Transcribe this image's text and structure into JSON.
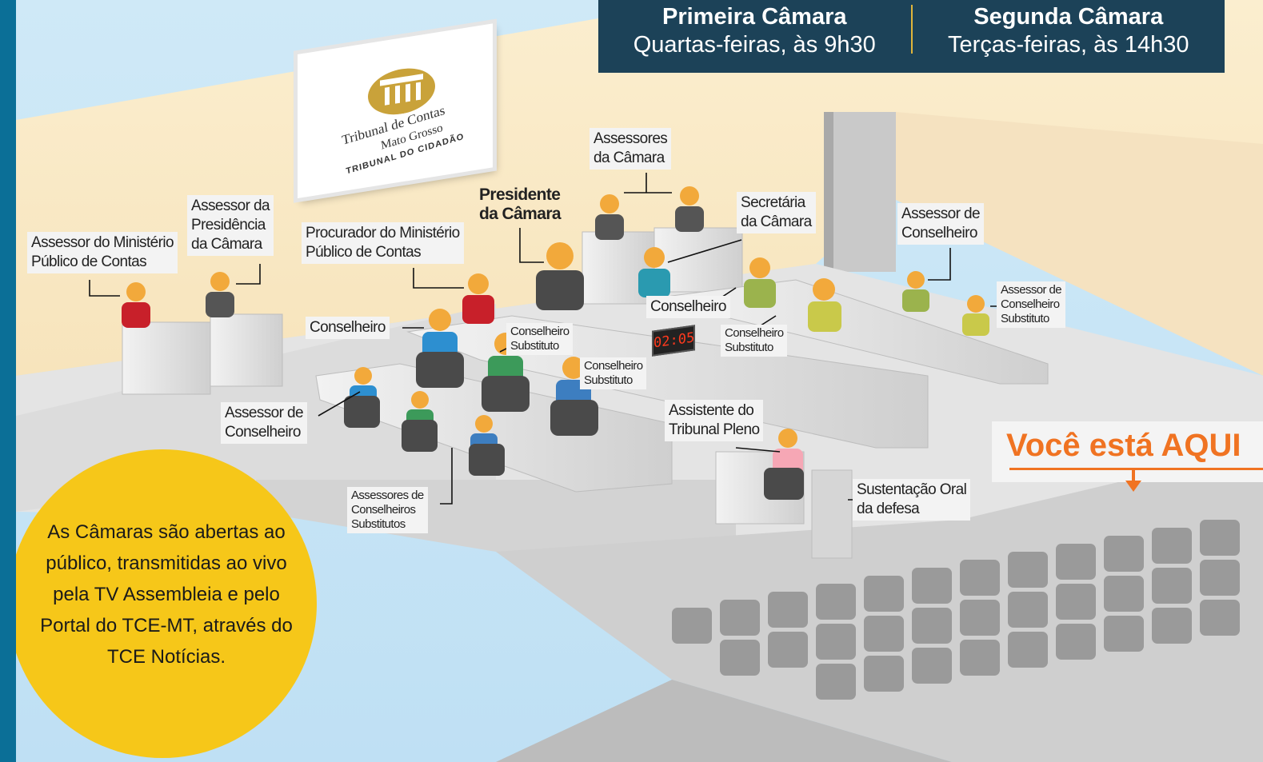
{
  "schedule": {
    "first": {
      "title": "Primeira Câmara",
      "when": "Quartas-feiras, às 9h30"
    },
    "second": {
      "title": "Segunda Câmara",
      "when": "Terças-feiras, às 14h30"
    }
  },
  "logo": {
    "line1": "Tribunal de Contas",
    "line2": "Mato Grosso",
    "line3": "TRIBUNAL DO CIDADÃO"
  },
  "labels": {
    "assessor_mp": "Assessor do Ministério\nPúblico de Contas",
    "assessor_presidencia": "Assessor da\nPresidência\nda Câmara",
    "procurador": "Procurador do Ministério\nPúblico de Contas",
    "presidente": "Presidente\nda Câmara",
    "assessores_camara": "Assessores\nda Câmara",
    "secretaria": "Secretária\nda Câmara",
    "assessor_conselheiro_right": "Assessor de\nConselheiro",
    "assessor_cons_subst_right": "Assessor de\nConselheiro\nSubstituto",
    "conselheiro_left": "Conselheiro",
    "conselheiro_center": "Conselheiro",
    "cons_subst_1": "Conselheiro\nSubstituto",
    "cons_subst_2": "Conselheiro\nSubstituto",
    "cons_subst_3": "Conselheiro\nSubstituto",
    "assessor_conselheiro_left": "Assessor de\nConselheiro",
    "assessores_subst": "Assessores de\nConselheiros\nSubstitutos",
    "assistente": "Assistente do\nTribunal Pleno",
    "sustentacao": "Sustentação Oral\nda defesa"
  },
  "clock": "02:05",
  "you_are_here": "Você está AQUI",
  "public_note": "As Câmaras são abertas ao público, transmitidas ao vivo pela TV Assembleia e pelo Portal do TCE-MT, através do TCE Notícias.",
  "colors": {
    "accent_orange": "#f07322",
    "note_yellow": "#f6c719",
    "schedule_bg": "#1c4258",
    "logo_gold": "#c9a23a"
  }
}
